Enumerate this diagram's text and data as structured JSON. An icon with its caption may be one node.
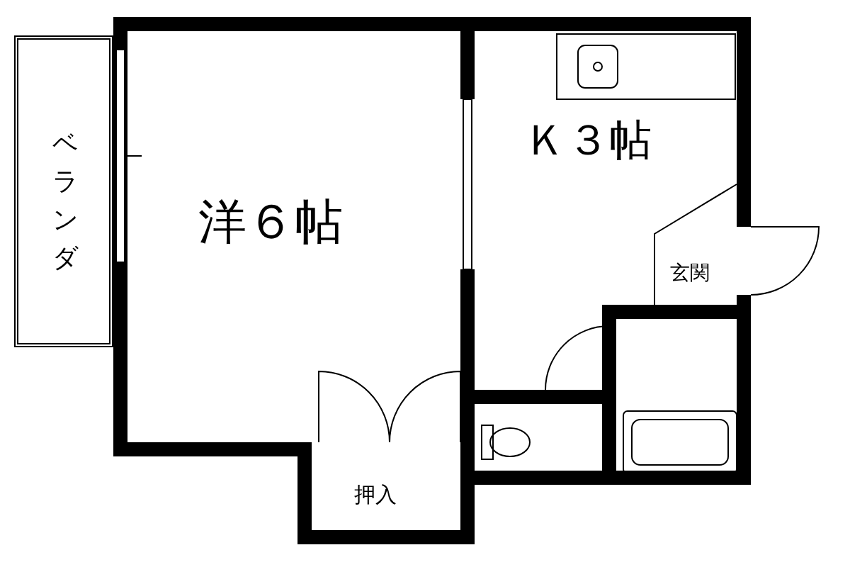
{
  "diagram": {
    "nodes": [
      {
        "text": [
          "ベランダ"
        ]
      },
      {
        "text": [
          "洋６帖"
        ]
      },
      {
        "text": [
          "Ｋ３帖"
        ]
      },
      {
        "text": [
          "玄関"
        ]
      },
      {
        "text": [
          "押入"
        ]
      }
    ]
  }
}
